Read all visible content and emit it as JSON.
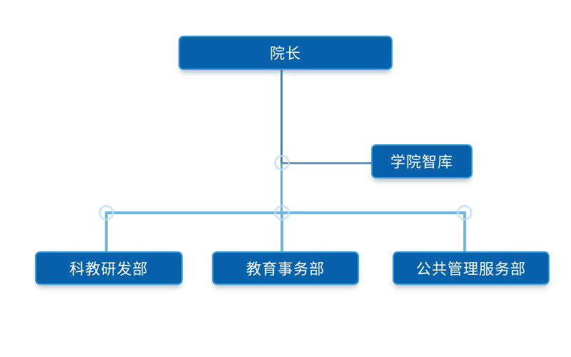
{
  "org_chart": {
    "type": "organization-chart",
    "root": {
      "label": "院长"
    },
    "staff": {
      "label": "学院智库"
    },
    "departments": [
      {
        "label": "科教研发部"
      },
      {
        "label": "教育事务部"
      },
      {
        "label": "公共管理服务部"
      }
    ]
  },
  "colors": {
    "background": "#ffffff",
    "node_fill": "#0761ab",
    "node_border": "#369cdb",
    "node_text": "#ffffff",
    "connector_primary": "#4285d4",
    "connector_secondary": "#5b9bd5",
    "connector_mid": "#68aede",
    "connector_light": "#74b9e3",
    "junction_ring": "#bbdff5"
  }
}
